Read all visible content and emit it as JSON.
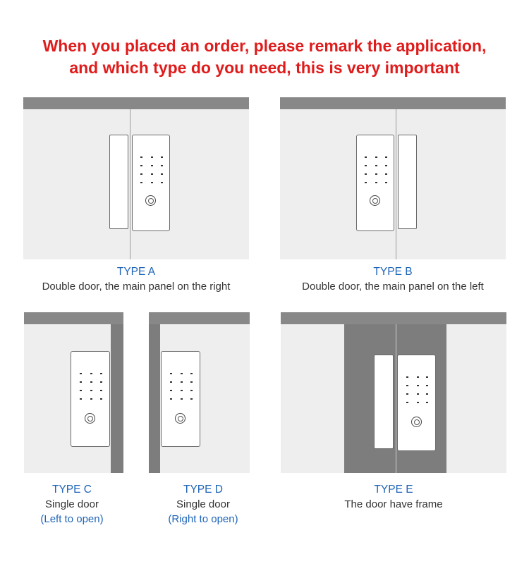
{
  "headline": {
    "line1": "When you placed an order, please remark the application,",
    "line2": "and which type do you need, this is very important"
  },
  "types": [
    {
      "label": "TYPE A",
      "desc": "Double door, the main panel on the right"
    },
    {
      "label": "TYPE B",
      "desc": "Double door, the main panel on the left"
    },
    {
      "label": "TYPE C",
      "desc": "Single door",
      "desc2": "(Left to open)"
    },
    {
      "label": "TYPE D",
      "desc": "Single door",
      "desc2": "(Right to open)"
    },
    {
      "label": "TYPE E",
      "desc": "The door have frame"
    }
  ],
  "colors": {
    "headline": "#e01b1b",
    "type_label": "#1e64b8",
    "panel_bg": "#eeeeee",
    "frame": "#888888"
  },
  "icons": [
    "door-lock-panel-icon",
    "fingerprint-sensor-icon",
    "keypad-icon"
  ]
}
